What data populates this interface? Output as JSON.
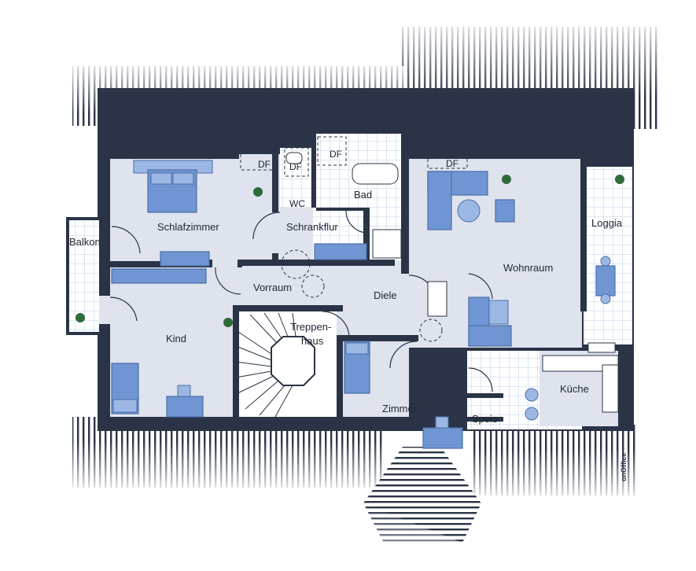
{
  "rooms": {
    "schlafzimmer": "Schlafzimmer",
    "balkon": "Balkon",
    "kind": "Kind",
    "vorraum": "Vorraum",
    "schrankflur": "Schrankflur",
    "wc": "WC",
    "bad": "Bad",
    "diele": "Diele",
    "treppenhaus_1": "Treppen-",
    "treppenhaus_2": "haus",
    "wohnraum": "Wohnraum",
    "loggia": "Loggia",
    "kueche": "Küche",
    "speis": "Speis",
    "zimmer": "Zimmer"
  },
  "skylights": {
    "label": "DF"
  },
  "branding": {
    "logo": "onOffice"
  },
  "colors": {
    "wall": "#2a3446",
    "floor": "#dfe3ee",
    "furniture": "#6f96d3",
    "tiles": "#ffffff"
  }
}
